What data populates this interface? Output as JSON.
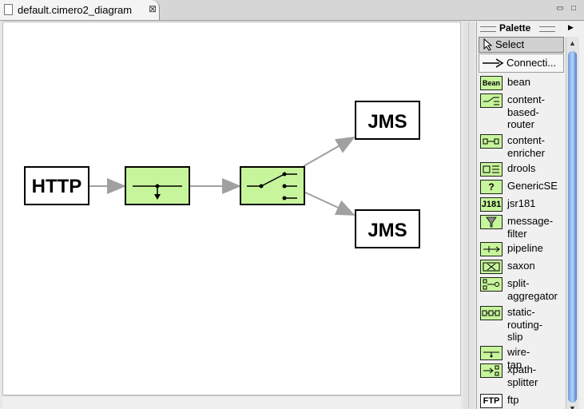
{
  "editor_tab": {
    "title": "default.cimero2_diagram",
    "close_glyph": "⊠"
  },
  "canvas": {
    "nodes": [
      {
        "id": "http",
        "label": "HTTP",
        "kind": "endpoint"
      },
      {
        "id": "wiretap",
        "label": "",
        "kind": "wire-tap"
      },
      {
        "id": "router",
        "label": "",
        "kind": "content-based-router"
      },
      {
        "id": "jms1",
        "label": "JMS",
        "kind": "endpoint"
      },
      {
        "id": "jms2",
        "label": "JMS",
        "kind": "endpoint"
      }
    ],
    "connections": [
      [
        "http",
        "wiretap"
      ],
      [
        "wiretap",
        "router"
      ],
      [
        "router",
        "jms1"
      ],
      [
        "router",
        "jms2"
      ]
    ],
    "colors": {
      "component_fill": "#c6f59b",
      "endpoint_fill": "#ffffff",
      "connector": "#a0a0a0"
    }
  },
  "palette": {
    "title": "Palette",
    "tools": [
      {
        "label": "Select",
        "icon": "pointer-icon"
      },
      {
        "label": "Connecti...",
        "icon": "arrow-right-icon"
      }
    ],
    "items": [
      {
        "label": "bean",
        "icon_text": "Bean",
        "icon": "bean-icon"
      },
      {
        "label": "content-based-router",
        "icon_text": "",
        "icon": "content-based-router-icon"
      },
      {
        "label": "content-enricher",
        "icon_text": "",
        "icon": "content-enricher-icon"
      },
      {
        "label": "drools",
        "icon_text": "",
        "icon": "drools-icon"
      },
      {
        "label": "GenericSE",
        "icon_text": "?",
        "icon": "generic-se-icon"
      },
      {
        "label": "jsr181",
        "icon_text": "J181",
        "icon": "jsr181-icon"
      },
      {
        "label": "message-filter",
        "icon_text": "",
        "icon": "message-filter-icon"
      },
      {
        "label": "pipeline",
        "icon_text": "",
        "icon": "pipeline-icon"
      },
      {
        "label": "saxon",
        "icon_text": "",
        "icon": "saxon-icon"
      },
      {
        "label": "split-aggregator",
        "icon_text": "",
        "icon": "split-aggregator-icon"
      },
      {
        "label": "static-routing-slip",
        "icon_text": "",
        "icon": "static-routing-slip-icon"
      },
      {
        "label": "wire-tap",
        "icon_text": "",
        "icon": "wire-tap-icon"
      },
      {
        "label": "xpath-splitter",
        "icon_text": "",
        "icon": "xpath-splitter-icon"
      },
      {
        "label": "ftp",
        "icon_text": "FTP",
        "icon": "ftp-icon"
      }
    ]
  }
}
